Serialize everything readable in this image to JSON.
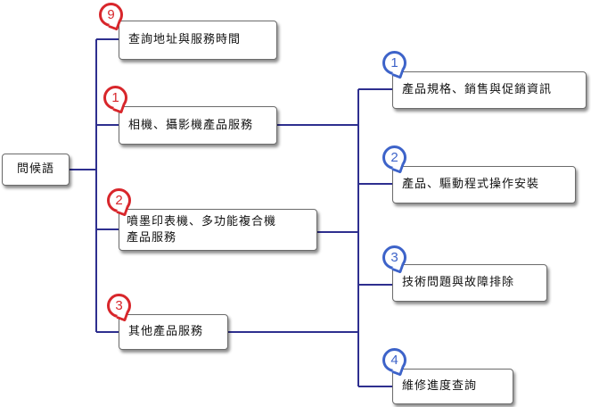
{
  "root": {
    "label": "問候語"
  },
  "left_nodes": [
    {
      "badge": "9",
      "label": "查詢地址與服務時間"
    },
    {
      "badge": "1",
      "label": "相機、攝影機產品服務"
    },
    {
      "badge": "2",
      "label": "噴墨印表機、多功能複合機產品服務"
    },
    {
      "badge": "3",
      "label": "其他產品服務"
    }
  ],
  "right_nodes": [
    {
      "badge": "1",
      "label": "產品規格、銷售與促銷資訊"
    },
    {
      "badge": "2",
      "label": "產品、驅動程式操作安裝"
    },
    {
      "badge": "3",
      "label": "技術問題與故障排除"
    },
    {
      "badge": "4",
      "label": "維修進度查詢"
    }
  ],
  "colors": {
    "connector": "#2e2f8f",
    "badge_left": "#d8262b",
    "badge_right": "#3d63c9"
  }
}
